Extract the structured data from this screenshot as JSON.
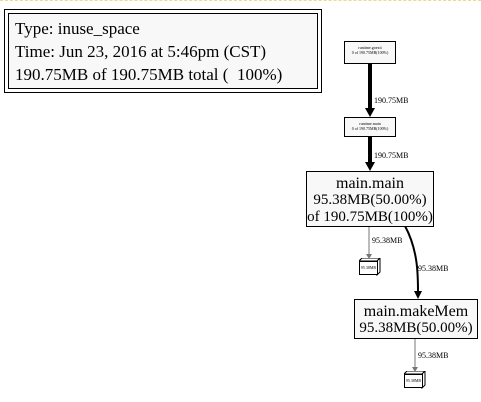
{
  "legend": {
    "type_line": "Type: inuse_space",
    "time_line": "Time: Jun 23, 2016 at 5:46pm (CST)",
    "total_line": "190.75MB of 190.75MB total (  100%)"
  },
  "nodes": {
    "goexit": {
      "line1": "runtime.goexit",
      "line2": "0 of 190.75MB(100%)"
    },
    "runtime_main": {
      "line1": "runtime.main",
      "line2": "0 of 190.75MB(100%)"
    },
    "main_main": {
      "line1": "main.main",
      "line2": "95.38MB(50.00%)",
      "line3": "of 190.75MB(100%)"
    },
    "main_main_leaf": {
      "label": "95.38MB"
    },
    "make_mem": {
      "line1": "main.makeMem",
      "line2": "95.38MB(50.00%)"
    },
    "make_mem_leaf": {
      "label": "95.38MB"
    }
  },
  "edges": {
    "goexit_to_runtime_main": "190.75MB",
    "runtime_main_to_main_main": "190.75MB",
    "main_main_to_leaf": "95.38MB",
    "main_main_to_make_mem": "95.38MB",
    "make_mem_to_leaf": "95.38MB"
  }
}
